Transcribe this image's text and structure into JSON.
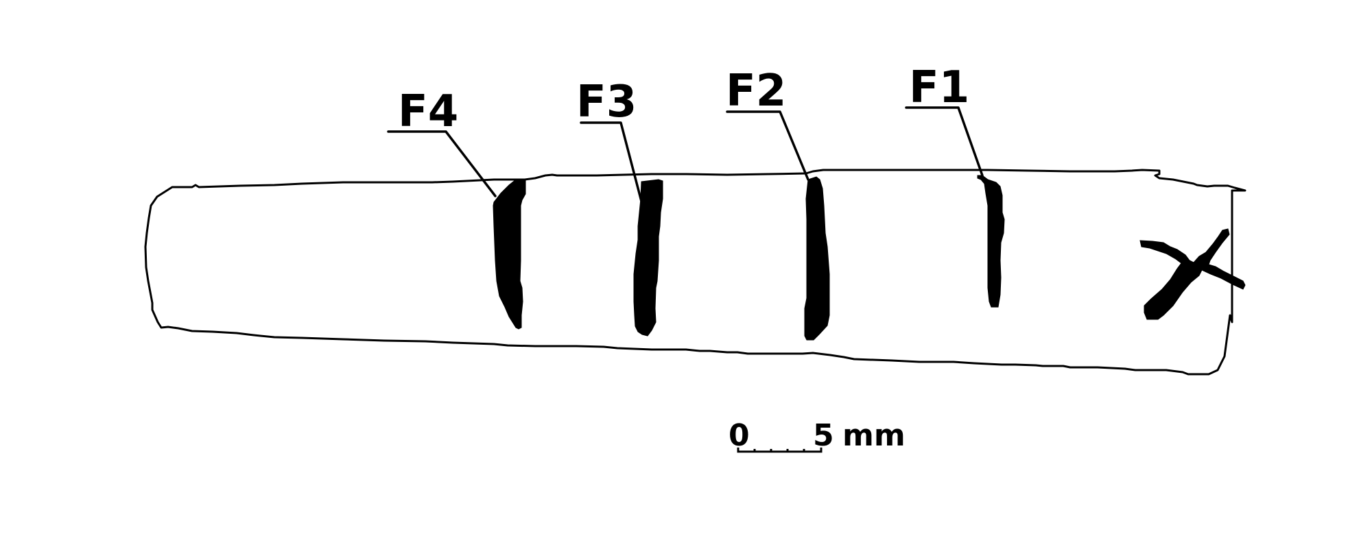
{
  "figure": {
    "description": "Line drawing of an elongated object (bone/tool fragment) with four cut marks labeled F1–F4 and an X mark at the right end",
    "labels": [
      {
        "id": "F4",
        "text": "F4"
      },
      {
        "id": "F3",
        "text": "F3"
      },
      {
        "id": "F2",
        "text": "F2"
      },
      {
        "id": "F1",
        "text": "F1"
      }
    ],
    "scale_bar": {
      "start_label": "0",
      "end_label": "5",
      "unit": "mm",
      "divisions": 5
    },
    "colors": {
      "line": "#000000",
      "background": "#ffffff"
    }
  }
}
